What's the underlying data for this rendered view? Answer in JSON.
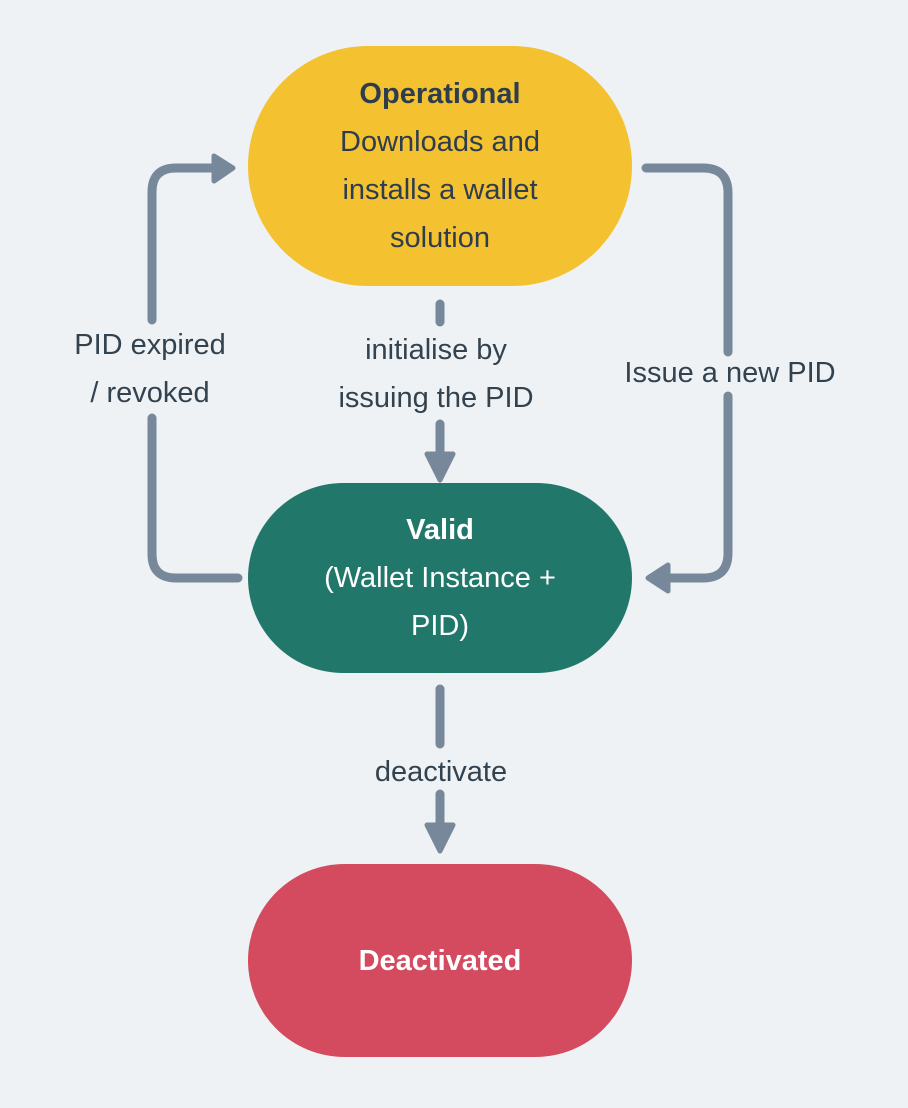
{
  "diagram": {
    "background": "#EEF2F5",
    "connector_color": "#78889B",
    "nodes": {
      "operational": {
        "title": "Operational",
        "body_lines": [
          "Downloads and",
          "installs a wallet",
          "solution"
        ],
        "fill": "#F4C130",
        "text_color": "#2E3D4D"
      },
      "valid": {
        "title": "Valid",
        "body_lines": [
          "(Wallet Instance +",
          "PID)"
        ],
        "fill": "#21786A",
        "text_color": "#FFFFFF"
      },
      "deactivated": {
        "title": "Deactivated",
        "fill": "#D44A5F",
        "text_color": "#FFFFFF"
      }
    },
    "edges": {
      "pid_expired": {
        "label_lines": [
          "PID expired",
          "/ revoked"
        ],
        "from": "Valid",
        "to": "Operational"
      },
      "initialise": {
        "label_lines": [
          "initialise by",
          "issuing the PID"
        ],
        "from": "Operational",
        "to": "Valid"
      },
      "issue_new_pid": {
        "label_lines": [
          "Issue a new PID"
        ],
        "from": "Operational",
        "to": "Valid"
      },
      "deactivate": {
        "label_lines": [
          "deactivate"
        ],
        "from": "Valid",
        "to": "Deactivated"
      }
    }
  }
}
